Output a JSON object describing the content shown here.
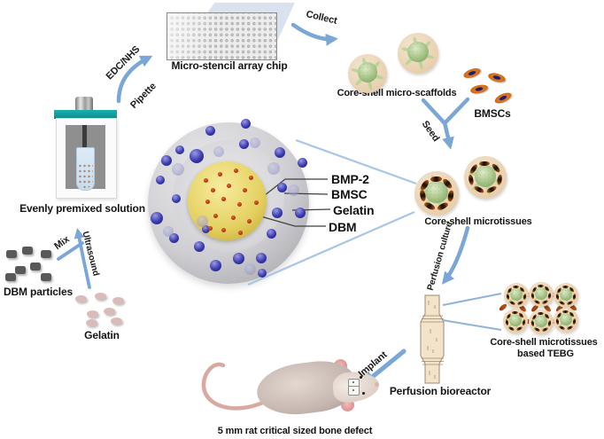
{
  "labels": {
    "micro_stencil_chip": "Micro-stencil array chip",
    "collect": "Collect",
    "edc_nhs": "EDC/NHS",
    "pipette": "Pipette",
    "evenly_premixed": "Evenly premixed solution",
    "mix": "Mix",
    "ultrasound": "Ultrasound",
    "dbm_particles": "DBM particles",
    "gelatin": "Gelatin",
    "core_shell_micro_scaffolds": "Core-shell micro-scaffolds",
    "bmscs": "BMSCs",
    "seed": "Seed",
    "core_shell_microtissues": "Core-shell microtissues",
    "perfusion_culture": "Perfusion culture",
    "perfusion_bioreactor": "Perfusion bioreactor",
    "tebg_line1": "Core-shell microtissues",
    "tebg_line2": "based TEBG",
    "implant": "Implant",
    "rat_caption": "5 mm rat critical sized bone defect"
  },
  "legend": {
    "bmp2": "BMP-2",
    "bmsc": "BMSC",
    "gelatin": "Gelatin",
    "dbm": "DBM"
  },
  "colors": {
    "arrow_blue": "#7ba7d7",
    "callout_blue": "#a9c6e4",
    "lid_teal": "#12a1a1",
    "core_yellow": "#e5d162",
    "bmp2_red": "#b5330f",
    "bmsc_sphere_blue": "#3a3aae",
    "shell_gray": "#c7c7cb",
    "scaffold_tan": "#ead3b4",
    "scaffold_core_green": "#9dbc7d",
    "bmsc_cell_orange": "#dd7420",
    "bioreactor_tan": "#f3e3cb"
  }
}
